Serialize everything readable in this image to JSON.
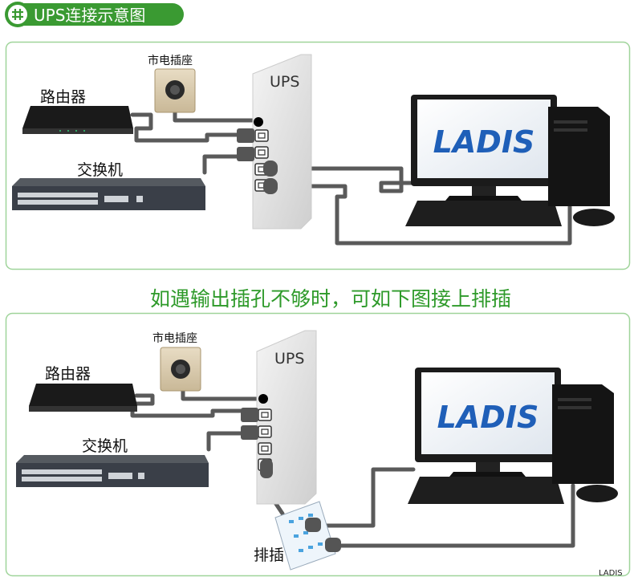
{
  "header": {
    "title": "UPS连接示意图",
    "icon": "hash-icon"
  },
  "colors": {
    "accent": "#3a9a32",
    "panel_border": "#9fd49a",
    "screen_brand": "#1f5fb8"
  },
  "diagram1": {
    "outlet_label": "市电插座",
    "router_label": "路由器",
    "switch_label": "交换机",
    "ups_label": "UPS",
    "screen_brand": "LADIS"
  },
  "middle_caption": "如遇输出插孔不够时，可如下图接上排插",
  "diagram2": {
    "outlet_label": "市电插座",
    "router_label": "路由器",
    "switch_label": "交换机",
    "ups_label": "UPS",
    "screen_brand": "LADIS",
    "strip_label": "排插"
  },
  "watermark": "LADIS"
}
